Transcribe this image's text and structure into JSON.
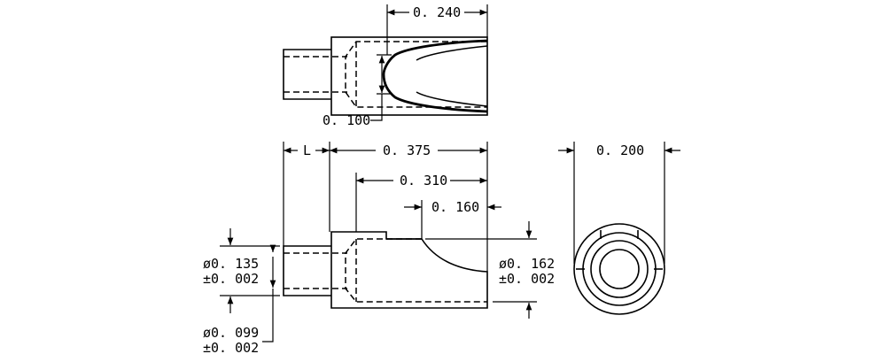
{
  "dimensions": {
    "top_length": "0. 240",
    "top_inner_diameter": "0. 100",
    "front_l": "L",
    "front_total": "0. 375",
    "front_cup_depth": "0. 310",
    "front_slot": "0. 160",
    "left_dia_line1": "ø0. 135",
    "left_dia_line2": "±0. 002",
    "bottom_dia_line1": "ø0. 099",
    "bottom_dia_line2": "±0. 002",
    "right_dia_line1": "ø0. 162",
    "right_dia_line2": "±0. 002",
    "end_view_width": "0. 200"
  }
}
